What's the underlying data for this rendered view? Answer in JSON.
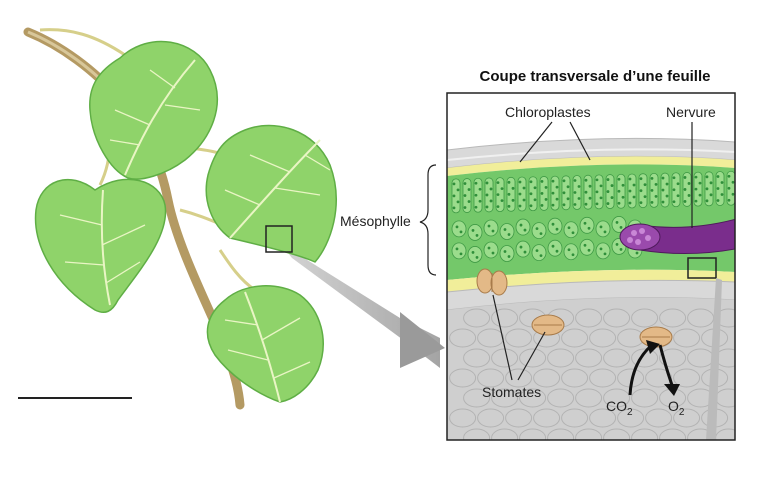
{
  "title": "Coupe transversale d’une feuille",
  "labels": {
    "chloroplastes": "Chloroplastes",
    "nervure": "Nervure",
    "mesophylle": "Mésophylle",
    "stomates": "Stomates",
    "co2_base": "CO",
    "co2_sub": "2",
    "o2_base": "O",
    "o2_sub": "2"
  },
  "colors": {
    "leaf": "#8fd36a",
    "leaf_dark": "#5fae45",
    "vein": "#e9f5c4",
    "branch": "#b49a63",
    "mesophyll": "#74c86a",
    "chloroplast": "#2f8f3a",
    "epidermis": "#d9d9d9",
    "yellow_layer": "#f1ee9a",
    "nervure": "#7a2d8c",
    "stomate": "#e3b987",
    "lower_tissue": "#cfcfcf"
  }
}
